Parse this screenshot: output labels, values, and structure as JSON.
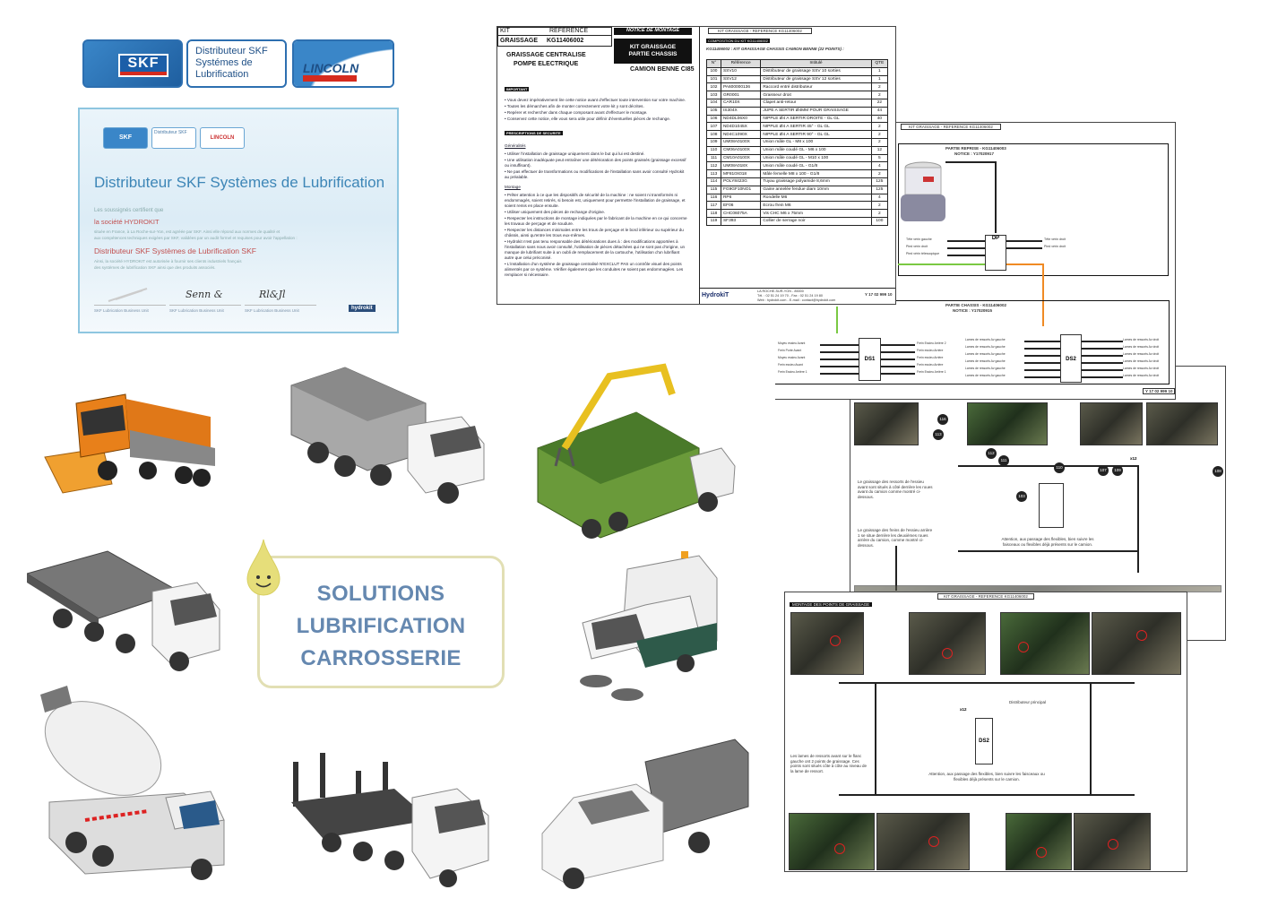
{
  "logos": {
    "skf": "SKF",
    "distributor": [
      "Distributeur SKF",
      "Systémes de",
      "Lubrification"
    ],
    "lincoln": "LINCOLN"
  },
  "certificate": {
    "title": "Distributeur SKF Systèmes de Lubrification",
    "intro": "Les soussignés certifient que",
    "company": "la société HYDROKIT",
    "body1": "située en France, à La Roche-sur-Yon, est agréée par SKF. Ainsi elle répond aux normes de qualité et",
    "body2": "aux compétences techniques exigées par SKF, validées par un audit formel et requises pour avoir l'appellation :",
    "subtitle": "Distributeur SKF Systèmes de Lubrification SKF",
    "body3": "Ainsi, la société HYDROKIT est autorisée à fournir ses clients industriels français",
    "body4": "des systèmes de lubrification SKF ainsi que des produits associés.",
    "signatures": [
      "Signature 1",
      "Signature 2",
      "Signature 3"
    ],
    "signers": [
      "SKF Lubrication Business Unit",
      "SKF Lubrication Business Unit",
      "SKF Lubrication Business Unit"
    ],
    "badge": "hydrokit"
  },
  "notice": {
    "kit_label": "KIT",
    "reference_label": "REFERENCE",
    "kit_value": "GRAISSAGE",
    "reference_value": "KG11406002",
    "subtitle1": "GRAISSAGE CENTRALISE",
    "subtitle2": "POMPE ELECTRIQUE",
    "notice_title": "NOTICE DE MONTAGE",
    "kit_title1": "KIT GRAISSAGE",
    "kit_title2": "PARTIE CHASSIS",
    "vehicle": "CAMION BENNE CI85",
    "important": "IMPORTANT",
    "important_lines": [
      "• Vous devez impérativement lire cette notice avant d'effectuer toute intervention sur votre machine.",
      "• Toutes les démarches afin de monter correctement votre kit y sont décrites.",
      "• Repérer et rechercher dans chaque composant avant d'effectuer le montage.",
      "• Conservez cette notice, elle vous sera utile pour définir d'éventuelles pièces de rechange."
    ],
    "safety": "PRESCRIPTIONS DE SECURITE",
    "general": "Généralités",
    "general_lines": [
      "• Utiliser l'installation de graissage uniquement dans le but qui lui est destiné.",
      "• Une utilisation inadéquate peut entraîner une détérioration des points graissés (graissage excessif ou insuffisant).",
      "• Ne pas effectuer de transformations ou modifications de l'installation sans avoir consulté Hydrokit au préalable."
    ],
    "montage": "Montage",
    "montage_lines": [
      "• Prêter attention à ce que les dispositifs de sécurité de la machine : ne soient ni transformés ni endommagés, soient retirés, si besoin est, uniquement pour permettre l'installation de graissage, et soient remis en place ensuite.",
      "• Utiliser uniquement des pièces de rechange d'origine.",
      "• Respecter les instructions de montage indiquées par le fabricant de la machine en ce qui concerne les travaux de perçage et de soudure.",
      "• Respecter les distances minimales entre les trous de perçage et le bord inférieur ou supérieur du châssis, ainsi qu'entre les trous eux-mêmes.",
      "• Hydrokit n'est pas tenu responsable des détériorations dues à : des modifications apportées à l'installation sans nous avoir consulté, l'utilisation de pièces détachées qui ne sont pas d'origine, un manque de lubrifiant suite à un oubli de remplacement de la cartouche, l'utilisation d'un lubrifiant autre que celui préconisé.",
      "• L'installation d'un système de graissage centralisé N'EXCLUT PAS un contrôle visuel des points alimentés par ce système. Vérifier également que les conduites ne soient pas endommagées. Les remplacer si nécessaire."
    ],
    "page_header": "KIT GRAISSAGE - REFERENCE KG11406002",
    "composition": "COMPOSITION DU KIT KG11406002",
    "composition_sub": "KG11406002 : KIT GRAISSAGE CHASSIS CAMION BENNE (22 POINTS) :",
    "table_headers": [
      "N°",
      "Référence",
      "Intitulé",
      "QTE"
    ],
    "table_rows": [
      [
        "100",
        "SSV10",
        "Distributeur de graissage SSV 10 sorties",
        "1"
      ],
      [
        "101",
        "SSV12",
        "Distributeur de graissage SSV 12 sorties",
        "1"
      ],
      [
        "102",
        "PA600000136",
        "Raccord entré distributeur",
        "2"
      ],
      [
        "103",
        "GR0001",
        "Graisseur droit",
        "2"
      ],
      [
        "104",
        "CAR10X",
        "Clapet anti-retour",
        "22"
      ],
      [
        "105",
        "IS304X",
        "JUPE A SERTIR Ø4MM POUR GRAISSAGE",
        "44"
      ],
      [
        "106",
        "ND4DL06X0",
        "NIPPLE Ø4 A SERTIR DROITE - GL GL",
        "40"
      ],
      [
        "107",
        "ND4D1045X",
        "NIPPLE Ø4 A SERTIR 45° - GL GL",
        "2"
      ],
      [
        "108",
        "ND4C1090X",
        "NIPPLE Ø4 A SERTIR 90° - GL GL",
        "2"
      ],
      [
        "109",
        "UM08A0100X",
        "Union mâle GL - M8 x 100",
        "2"
      ],
      [
        "110",
        "CM06A0100X",
        "Union mâle coudé GL - M6 x 100",
        "12"
      ],
      [
        "111",
        "CM10A0100X",
        "Union mâle coudé GL - M10 x 100",
        "5"
      ],
      [
        "112",
        "UM08A018X",
        "Union mâle coudé GL - G1/8",
        "4"
      ],
      [
        "113",
        "MF810X018",
        "Mâle femelle M8 x 100 - G1/8",
        "2"
      ],
      [
        "114",
        "POLY8423G",
        "Tuyau graissage polyamide 8,6mm",
        "125"
      ],
      [
        "115",
        "FG9GF10NO1",
        "Gaine annelée fendue diam 10mm",
        "125"
      ],
      [
        "116",
        "RP6",
        "Rondelle M6",
        "4"
      ],
      [
        "117",
        "EF06",
        "Ecrou frein M6",
        "2"
      ],
      [
        "118",
        "CHC06075A",
        "Vis CHC M6 x 75mm",
        "2"
      ],
      [
        "119",
        "SF393",
        "Collier de serrage noir",
        "100"
      ]
    ],
    "footer_logo": "HydrokiT",
    "footer_address": "LA ROCHE-SUR-YON - 85000",
    "footer_tel": "Tél. : 02 51 24 19 70 - Fax : 02 51 24 19 80",
    "footer_web": "Web : hydrokit.com - E-mail : contact@hydrokit.com",
    "footer_code": "Y 17 02 999 10"
  },
  "schematic": {
    "page_header": "KIT GRAISSAGE - REFERENCE KG11406002",
    "reprise_title": "PARTIE REPRISE - KG11406003",
    "reprise_notice": "NOTICE : Y17020917",
    "chassis_title": "PARTIE CHASSIS - KG11406002",
    "chassis_notice": "NOTICE : Y17020915",
    "dp": "DP",
    "ds1": "DS1",
    "ds2": "DS2",
    "dp_left": [
      "Tête vérin gauche",
      "Pied vérin droit",
      "Pied vérin télescopique"
    ],
    "dp_right": [
      "Tête vérin droit",
      "Pied vérin droit"
    ],
    "ds1_left": [
      "Moyeu essieu Avant",
      "Frein Porte Avant",
      "Moyeu essieu Avant",
      "Frein essieu Avant",
      "Frein Essieu Arrière 1"
    ],
    "ds1_right": [
      "Frein Essieu Arrière 2",
      "Frein essieu Arrière",
      "Frein essieu Arrière",
      "Frein essieu Arrière",
      "Frein Essieu Arrière 1"
    ],
    "ds2_left": [
      "Lames de ressorts Av gauche",
      "Lames de ressorts Av gauche",
      "Lames de ressorts Av gauche",
      "Lames de ressorts Av gauche",
      "Lames de ressorts Av gauche",
      "Lames de ressorts Av gauche"
    ],
    "ds2_right": [
      "Lames de ressorts Av droit",
      "Lames de ressorts Av droit",
      "Lames de ressorts Av droit",
      "Lames de ressorts Av droit",
      "Lames de ressorts Av droit",
      "Lames de ressorts Av droit"
    ],
    "footer_code": "Y 17 02 999 10"
  },
  "page3": {
    "note1": "Le graissage des ressorts de l'essieu avant sont situés à côté derrière les roues avant du camion comme montré ci-dessous.",
    "note2": "Le graissage des freins de l'essieu arrière 1 se situe derrière les deuxièmes roues arrière du camion, comme montré ci-dessous.",
    "note3": "Attention, aux passage des flexibles, bien suivre les faisceaux ou flexibles déjà présents sur le camion.",
    "points": [
      "116",
      "113",
      "112",
      "111",
      "110",
      "103",
      "107",
      "109",
      "108"
    ],
    "qty": "x12"
  },
  "page4": {
    "page_header": "KIT GRAISSAGE - REFERENCE KG11406002",
    "section": "MONTAGE DES POINTS DE GRAISSAGE",
    "main_distributor": "Distributeur principal",
    "ds": "DS2",
    "note1": "Les lames de ressorts avant sur le flanc gauche ont 2 points de graissage. Ces points sont situés côte à côte au niveau de la lame de ressort.",
    "note2": "Attention, aux passage des flexibles, bien suivre les faisceaux ou flexibles déjà présents sur le camion.",
    "qty": "x12"
  },
  "center": {
    "line1": "SOLUTIONS",
    "line2": "LUBRIFICATION",
    "line3": "CARROSSERIE"
  },
  "colors": {
    "skf_blue": "#1e5fa3",
    "lincoln_red": "#d52b1e",
    "title_blue": "#6588b0",
    "box_border": "#e2dfb4",
    "green_line": "#7ac943",
    "orange_line": "#f08a24"
  }
}
